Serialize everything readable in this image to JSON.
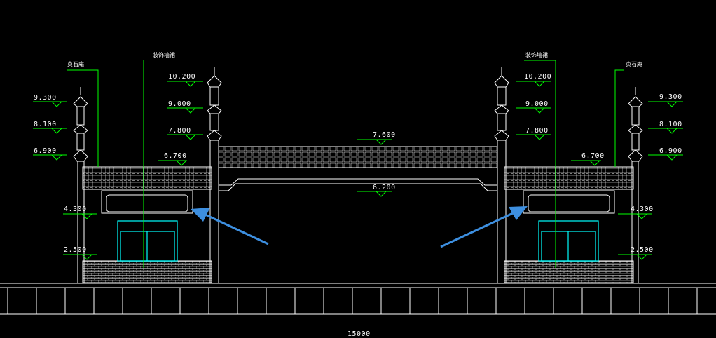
{
  "drawing": {
    "background": "#000000",
    "colors": {
      "structure": "#ffffff",
      "dimension": "#00ff00",
      "window": "#00ffff",
      "arrow": "#3d8fe0"
    },
    "notes": {
      "left_outer": "贞石庵",
      "left_inner": "装饰墙裙",
      "right_inner": "装饰墙裙",
      "right_outer": "贞石庵"
    },
    "elevations": {
      "left": [
        "9.300",
        "8.100",
        "6.900",
        "6.700",
        "4.300",
        "2.500"
      ],
      "left_post": [
        "10.200",
        "9.000",
        "7.800"
      ],
      "center": [
        "7.600",
        "6.200"
      ],
      "right_post": [
        "10.200",
        "9.000",
        "7.800"
      ],
      "right": [
        "9.300",
        "8.100",
        "6.900",
        "6.700",
        "4.300",
        "2.500"
      ]
    },
    "bottom_dimension": "15000"
  }
}
